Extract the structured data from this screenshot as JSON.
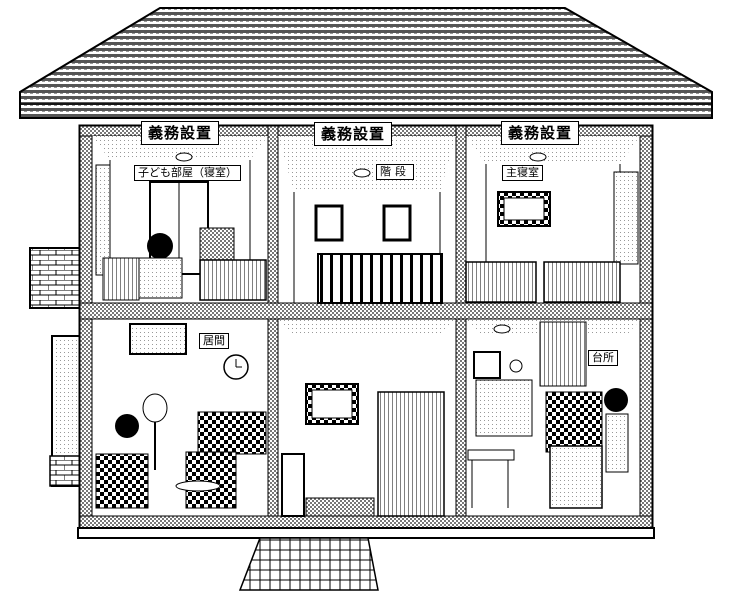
{
  "badges": {
    "left": "義務設置",
    "center": "義務設置",
    "right": "義務設置"
  },
  "rooms": {
    "kids_bedroom": "子ども部屋（寝室）",
    "stairs": "階段",
    "master_bedroom": "主寝室",
    "living": "居間",
    "kitchen": "台所"
  }
}
